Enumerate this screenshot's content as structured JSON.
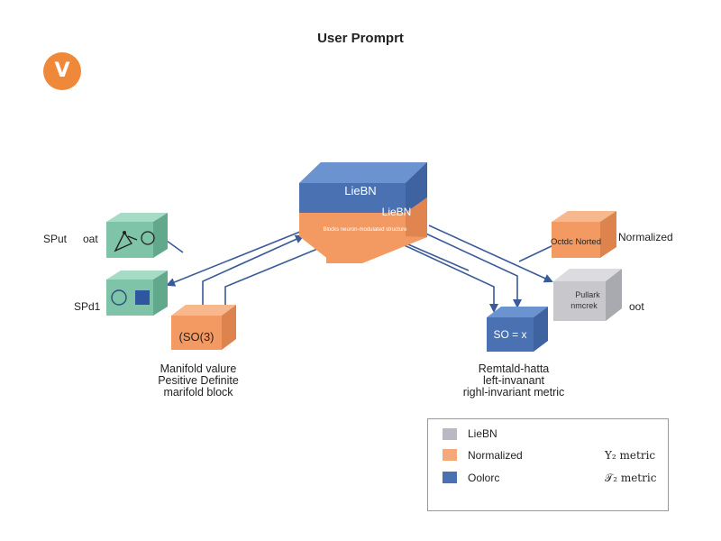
{
  "header": {
    "title": "User Promprt",
    "logo_letter": "V"
  },
  "nodes": {
    "liebn": {
      "top_label": "LieBN",
      "front_label": "LieBN",
      "sub_label": "Blocks neuron-modulated structure"
    },
    "so3": {
      "label": "(SO(3)"
    },
    "so": {
      "label": "SO = x"
    },
    "normalized": {
      "label": "Octdc Norted"
    },
    "gray": {
      "label": "Pullark nmcrek"
    }
  },
  "labels": {
    "spd_top_left": "SPut",
    "spd_top_right": "oat",
    "spd_bottom": "SPd1",
    "normalized_side": "Normalized",
    "gray_side": "oot"
  },
  "captions": {
    "left": [
      "Manifold valure",
      "Pesitive Definite",
      "marifold block"
    ],
    "right": [
      "Remtald-hatta",
      "left-invanant",
      "righl-invariant metric"
    ]
  },
  "legend": {
    "items": [
      {
        "label": "LieBN",
        "color": "#b9b9c3",
        "metric": ""
      },
      {
        "label": "Normalized",
        "color": "#f5a87a",
        "metric": "Y₂ metric"
      },
      {
        "label": "Oolorc",
        "color": "#4a72b3",
        "metric": "𝒯₂ metric"
      }
    ]
  },
  "colors": {
    "blue": "#4a72b3",
    "orange": "#f39a63",
    "teal": "#7fc4a8",
    "gray": "#c8c8cc",
    "arrow": "#3a5a9a"
  }
}
